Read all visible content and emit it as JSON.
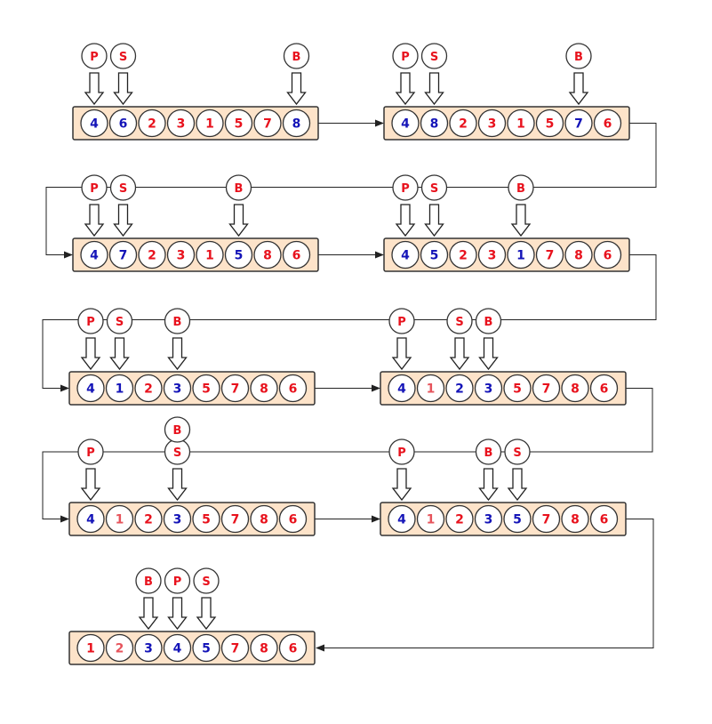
{
  "colors": {
    "red": "#e8121d",
    "blue": "#1414b8",
    "light_red": "#e6545c",
    "box_fill": "#fde3c9",
    "stroke": "#333333"
  },
  "steps": [
    {
      "cells": [
        {
          "v": "4",
          "c": "blue"
        },
        {
          "v": "6",
          "c": "blue"
        },
        {
          "v": "2",
          "c": "red"
        },
        {
          "v": "3",
          "c": "red"
        },
        {
          "v": "1",
          "c": "red"
        },
        {
          "v": "5",
          "c": "red"
        },
        {
          "v": "7",
          "c": "red"
        },
        {
          "v": "8",
          "c": "blue"
        }
      ],
      "markers": [
        {
          "label": "P",
          "cell": 0
        },
        {
          "label": "S",
          "cell": 1
        },
        {
          "label": "B",
          "cell": 7
        }
      ]
    },
    {
      "cells": [
        {
          "v": "4",
          "c": "blue"
        },
        {
          "v": "8",
          "c": "blue"
        },
        {
          "v": "2",
          "c": "red"
        },
        {
          "v": "3",
          "c": "red"
        },
        {
          "v": "1",
          "c": "red"
        },
        {
          "v": "5",
          "c": "red"
        },
        {
          "v": "7",
          "c": "blue"
        },
        {
          "v": "6",
          "c": "red"
        }
      ],
      "markers": [
        {
          "label": "P",
          "cell": 0
        },
        {
          "label": "S",
          "cell": 1
        },
        {
          "label": "B",
          "cell": 6
        }
      ]
    },
    {
      "cells": [
        {
          "v": "4",
          "c": "blue"
        },
        {
          "v": "7",
          "c": "blue"
        },
        {
          "v": "2",
          "c": "red"
        },
        {
          "v": "3",
          "c": "red"
        },
        {
          "v": "1",
          "c": "red"
        },
        {
          "v": "5",
          "c": "blue"
        },
        {
          "v": "8",
          "c": "red"
        },
        {
          "v": "6",
          "c": "red"
        }
      ],
      "markers": [
        {
          "label": "P",
          "cell": 0
        },
        {
          "label": "S",
          "cell": 1
        },
        {
          "label": "B",
          "cell": 5
        }
      ]
    },
    {
      "cells": [
        {
          "v": "4",
          "c": "blue"
        },
        {
          "v": "5",
          "c": "blue"
        },
        {
          "v": "2",
          "c": "red"
        },
        {
          "v": "3",
          "c": "red"
        },
        {
          "v": "1",
          "c": "blue"
        },
        {
          "v": "7",
          "c": "red"
        },
        {
          "v": "8",
          "c": "red"
        },
        {
          "v": "6",
          "c": "red"
        }
      ],
      "markers": [
        {
          "label": "P",
          "cell": 0
        },
        {
          "label": "S",
          "cell": 1
        },
        {
          "label": "B",
          "cell": 4
        }
      ]
    },
    {
      "cells": [
        {
          "v": "4",
          "c": "blue"
        },
        {
          "v": "1",
          "c": "blue"
        },
        {
          "v": "2",
          "c": "red"
        },
        {
          "v": "3",
          "c": "blue"
        },
        {
          "v": "5",
          "c": "red"
        },
        {
          "v": "7",
          "c": "red"
        },
        {
          "v": "8",
          "c": "red"
        },
        {
          "v": "6",
          "c": "red"
        }
      ],
      "markers": [
        {
          "label": "P",
          "cell": 0
        },
        {
          "label": "S",
          "cell": 1
        },
        {
          "label": "B",
          "cell": 3
        }
      ]
    },
    {
      "cells": [
        {
          "v": "4",
          "c": "blue"
        },
        {
          "v": "1",
          "c": "light_red"
        },
        {
          "v": "2",
          "c": "blue"
        },
        {
          "v": "3",
          "c": "blue"
        },
        {
          "v": "5",
          "c": "red"
        },
        {
          "v": "7",
          "c": "red"
        },
        {
          "v": "8",
          "c": "red"
        },
        {
          "v": "6",
          "c": "red"
        }
      ],
      "markers": [
        {
          "label": "P",
          "cell": 0
        },
        {
          "label": "S",
          "cell": 2
        },
        {
          "label": "B",
          "cell": 3
        }
      ]
    },
    {
      "cells": [
        {
          "v": "4",
          "c": "blue"
        },
        {
          "v": "1",
          "c": "light_red"
        },
        {
          "v": "2",
          "c": "red"
        },
        {
          "v": "3",
          "c": "blue"
        },
        {
          "v": "5",
          "c": "red"
        },
        {
          "v": "7",
          "c": "red"
        },
        {
          "v": "8",
          "c": "red"
        },
        {
          "v": "6",
          "c": "red"
        }
      ],
      "markers": [
        {
          "label": "P",
          "cell": 0
        },
        {
          "label": "S",
          "cell": 3
        },
        {
          "label": "B",
          "cell": 3,
          "stacked": true
        }
      ]
    },
    {
      "cells": [
        {
          "v": "4",
          "c": "blue"
        },
        {
          "v": "1",
          "c": "light_red"
        },
        {
          "v": "2",
          "c": "red"
        },
        {
          "v": "3",
          "c": "blue"
        },
        {
          "v": "5",
          "c": "blue"
        },
        {
          "v": "7",
          "c": "red"
        },
        {
          "v": "8",
          "c": "red"
        },
        {
          "v": "6",
          "c": "red"
        }
      ],
      "markers": [
        {
          "label": "P",
          "cell": 0
        },
        {
          "label": "B",
          "cell": 3
        },
        {
          "label": "S",
          "cell": 4
        }
      ]
    },
    {
      "cells": [
        {
          "v": "1",
          "c": "red"
        },
        {
          "v": "2",
          "c": "light_red"
        },
        {
          "v": "3",
          "c": "blue"
        },
        {
          "v": "4",
          "c": "blue"
        },
        {
          "v": "5",
          "c": "blue"
        },
        {
          "v": "7",
          "c": "red"
        },
        {
          "v": "8",
          "c": "red"
        },
        {
          "v": "6",
          "c": "red"
        }
      ],
      "markers": [
        {
          "label": "B",
          "cell": 2
        },
        {
          "label": "P",
          "cell": 3
        },
        {
          "label": "S",
          "cell": 4
        }
      ]
    }
  ]
}
